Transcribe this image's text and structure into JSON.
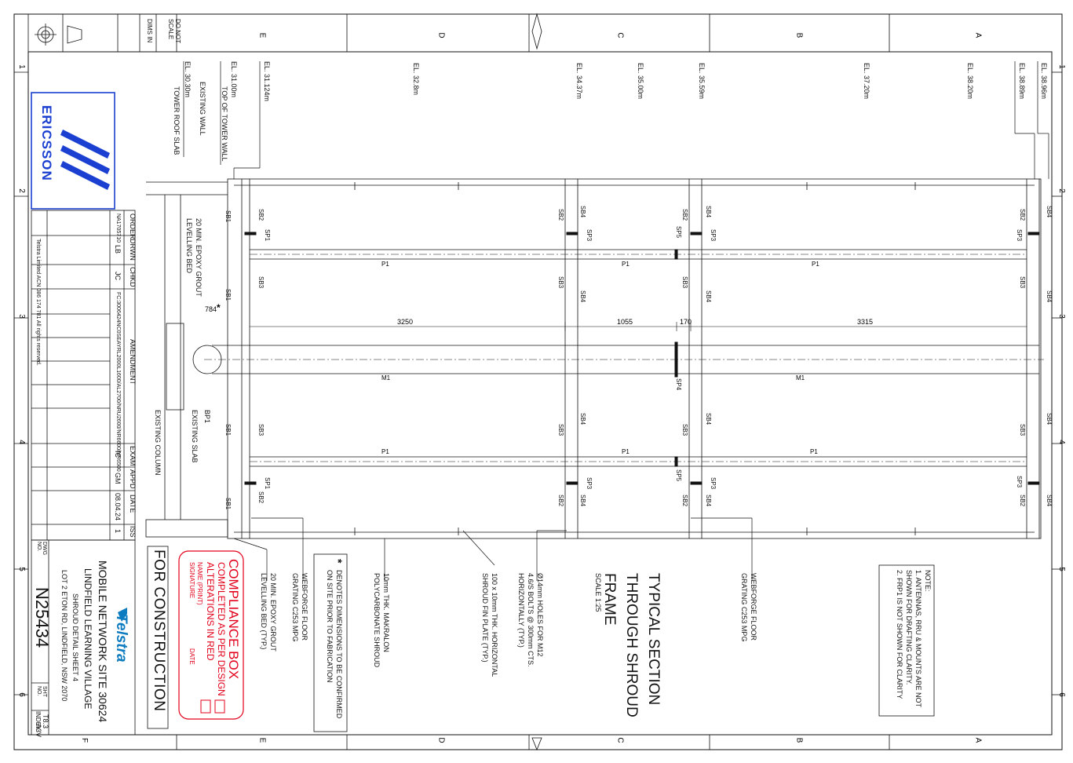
{
  "border": {
    "cols_top": [
      "E",
      "D",
      "C",
      "B",
      "A"
    ],
    "cols_bottom": [
      "F",
      "E",
      "D",
      "C",
      "B",
      "A"
    ],
    "rows": [
      "1",
      "2",
      "3",
      "4",
      "5",
      "6"
    ],
    "do_not_scale": "DO NOT SCALE",
    "dims_in": "DIMS IN",
    "sheet_size": "A3V"
  },
  "ericsson_logo": "ERICSSON",
  "elevations": [
    "EL. 30.30m",
    "EL. 31.00m",
    "EL. 31.124m",
    "EL. 32.8m",
    "EL. 34.37m",
    "EL. 35.00m",
    "EL. 35.59m",
    "EL. 37.20m",
    "EL. 38.20m",
    "EL. 38.89m",
    "EL. 38.96m"
  ],
  "elevation_notes": [
    "TOWER ROOF SLAB",
    "TOP OF TOWER WALL",
    "EXISTING WALL"
  ],
  "members": {
    "sb1": "SB1",
    "sb2": "SB2",
    "sb3": "SB3",
    "sb4": "SB4",
    "sp1": "SP1",
    "sp3": "SP3",
    "sp4": "SP4",
    "sp5": "SP5",
    "p1": "P1",
    "m1": "M1",
    "bp1": "BP1"
  },
  "dimensions": {
    "d1": "3250",
    "d2": "1055",
    "d3": "170",
    "d4": "3315",
    "d5": "784"
  },
  "left_notes": {
    "grout_bed": "20 MIN. EPOXY GROUT",
    "leveling_bed": "LEVELLING BED",
    "existing_slab": "EXISTING SLAB",
    "existing_column": "EXISTING COLUMN"
  },
  "amendments": {
    "headers": [
      "ORDER",
      "DRWN",
      "CHKD",
      "AMENDMENT",
      "EXAM",
      "APPD",
      "DATE",
      "ISS"
    ],
    "row": [
      "NA1705710",
      "LB",
      "JC",
      "FC:3006424NC0SEAYRL2000L1600/AL2700/NRU2600/NR6600/NR6500",
      "IC",
      "GM",
      "08.04.24",
      "1"
    ],
    "copyright": "Telstra Limited  ACN 086 174 781  All rights reserved."
  },
  "callouts": {
    "grout_typ_1": "20 MIN. EPOXY GROUT",
    "grout_typ_2": "LEVELLING BED (TYP.)",
    "webforge_1": "WEBFORGE FLOOR",
    "webforge_2": "GRATING C253 MPG",
    "makralon_1": "10mm THK. MAKRALON",
    "makralon_2": "POLYCARBONATE SHROUD",
    "fin_1": "100 x 10mm THK. HORIZONTAL",
    "fin_2": "SHROUD FIN PLATE (TYP.)",
    "holes_1": "Ø14mm HOLES FOR M12",
    "holes_2": "4.6/S BOLTS @ 300mm CTS.",
    "holes_3": "HORIZONTALLY (TYP.)",
    "webforge_r1": "WEBFORGE FLOOR",
    "webforge_r2": "GRATING C253 MPG"
  },
  "section_title": {
    "l1": "TYPICAL SECTION",
    "l2": "THROUGH SHROUD",
    "l3": "FRAME",
    "scale": "SCALE 1:25"
  },
  "notes": {
    "title": "NOTE:",
    "n1a": "1. ANTENNAS, RRU & MOUNTS ARE NOT",
    "n1b": "SHOWN FOR DRAFTING CLARITY.",
    "n2": "2. FRP1 IS NOT SHOWN FOR CLARITY"
  },
  "star_note": {
    "star": "*",
    "l1": "DENOTES DIMENSIONS TO BE CONFIRMED",
    "l2": "ON SITE PRIOR TO FABRICATION"
  },
  "compliance": {
    "title": "COMPLIANCE BOX",
    "l1": "COMPLETED AS PER DESIGN",
    "l2": "ALTERATIONS IN RED",
    "name": "NAME (PRINT)",
    "sig": "SIGNATURE",
    "date": "DATE"
  },
  "for_construction": "FOR CONSTRUCTION",
  "title_block": {
    "telstra": "Telstra",
    "l1": "MOBILE NETWORK SITE 30624",
    "l2": "LINDFIELD LEARNING VILLAGE",
    "l3": "SHROUD DETAIL SHEET 4",
    "l4": "LOT 2 ETON RD, LINDFIELD, NSW 2070",
    "dwg_no_label": "DWG NO.",
    "dwg_no": "N25434",
    "sht_no_label": "SHT NO.",
    "sht_no": "T8.3",
    "index": "INDEX"
  },
  "colors": {
    "line": "#111111",
    "red": "#e3001b",
    "ericsson_blue": "#1a3fd1",
    "telstra_blue": "#0c7bc0"
  }
}
